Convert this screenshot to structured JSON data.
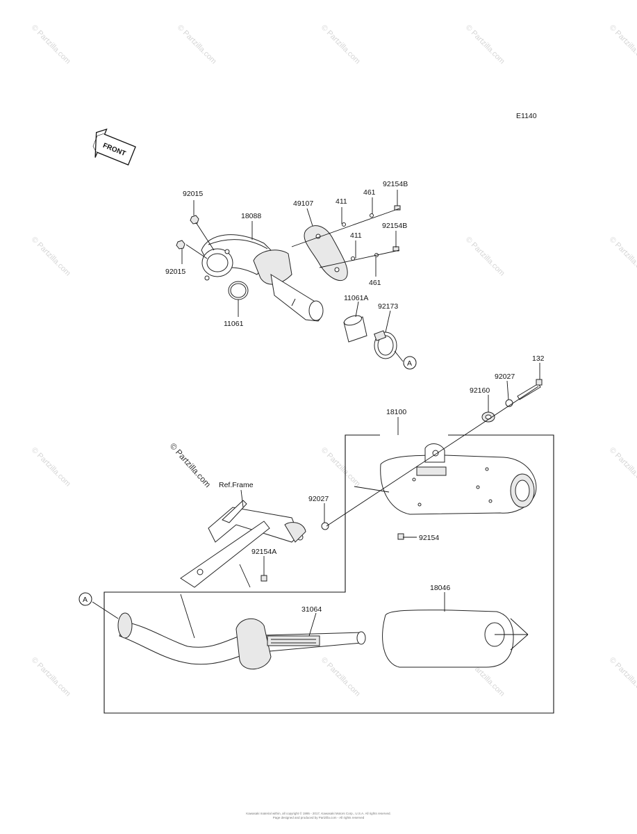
{
  "diagram": {
    "code": "E1140",
    "front_label": "FRONT",
    "ref_frame": "Ref.Frame",
    "watermark_main": "© Partzilla.com",
    "watermark_tile": "© Partzilla.com",
    "callout_a": "A",
    "parts": {
      "p92015_top": "92015",
      "p92015_bottom": "92015",
      "p18088": "18088",
      "p49107": "49107",
      "p411_top": "411",
      "p461_top": "461",
      "p92154B_top": "92154B",
      "p411_bottom": "411",
      "p92154B_bottom": "92154B",
      "p461_bottom": "461",
      "p11061": "11061",
      "p11061A": "11061A",
      "p92173": "92173",
      "p132": "132",
      "p92027_top": "92027",
      "p92160": "92160",
      "p18100": "18100",
      "p92027_mid": "92027",
      "p92154": "92154",
      "p92154A": "92154A",
      "p18046": "18046",
      "p31064": "31064"
    },
    "footer_line1": "Kawasaki material within, all copyright © 1995 - 2017, Kawasaki Motors Corp., U.S.A. All rights reserved.",
    "footer_line2": "Page designed and produced by Partzilla.com - All rights reserved"
  }
}
